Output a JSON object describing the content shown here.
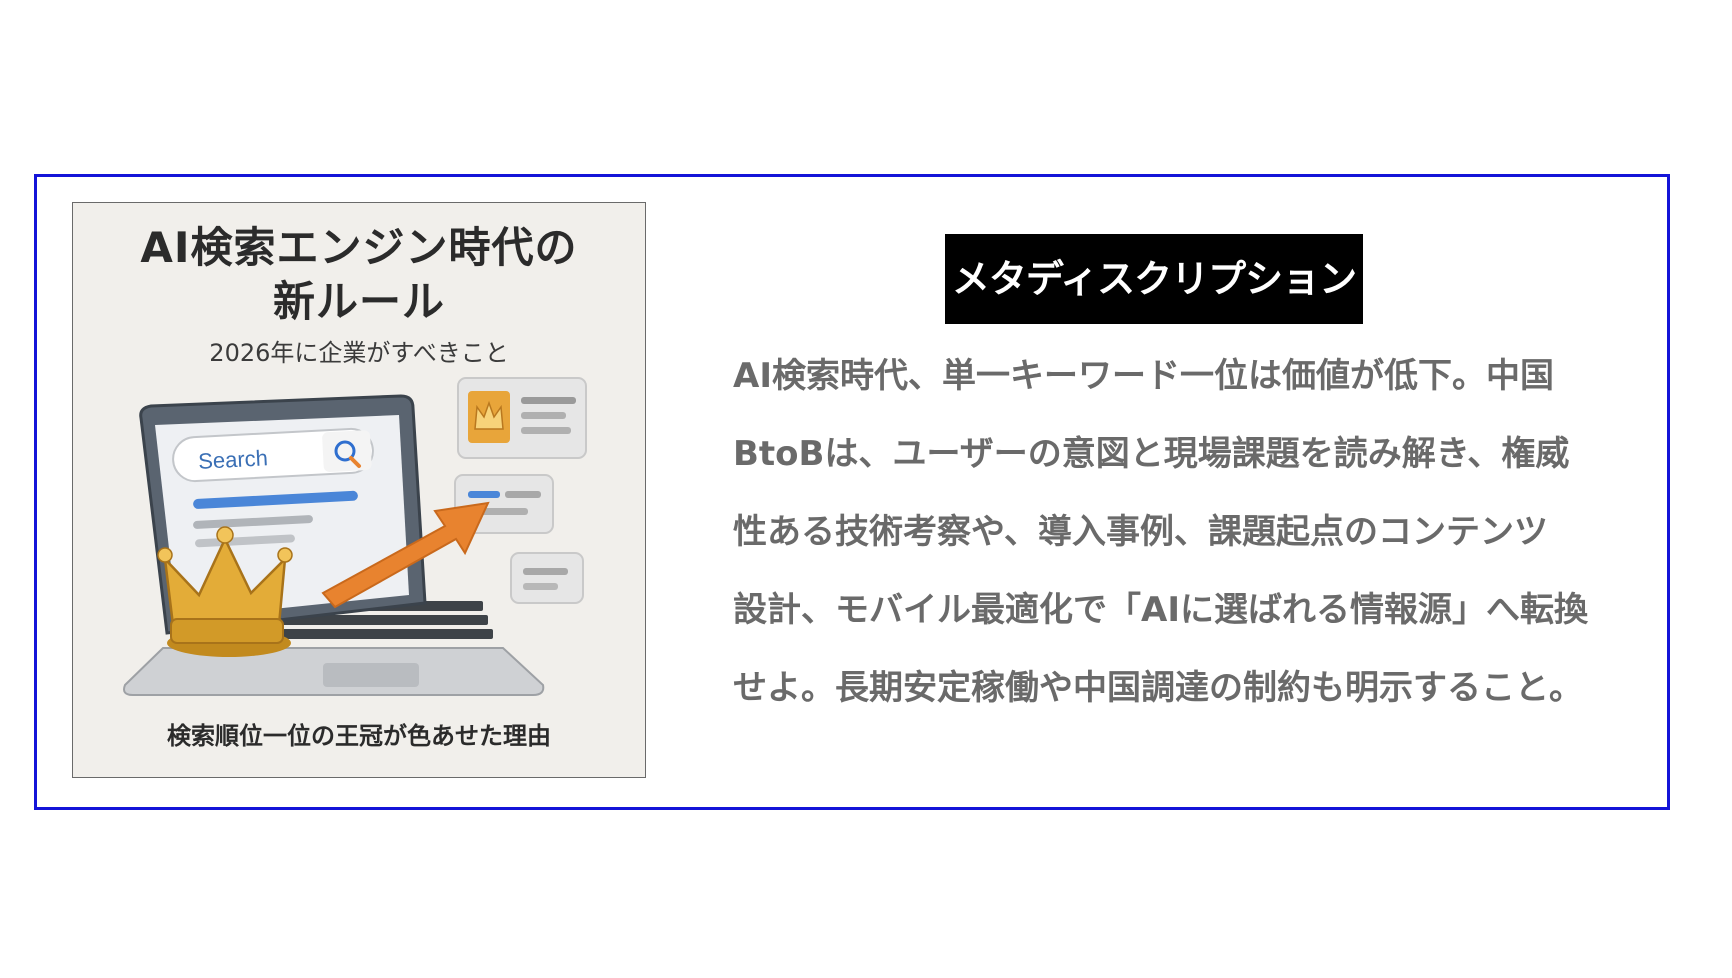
{
  "card": {
    "title_line1": "AI検索エンジン時代の",
    "title_line2": "新ルール",
    "subtitle": "2026年に企業がすべきこと",
    "search_placeholder": "Search",
    "caption": "検索順位一位の王冠が色あせた理由"
  },
  "meta": {
    "label": "メタディスクリプション",
    "lines": [
      "AI検索時代、単一キーワード一位は価値が低下。中国",
      "BtoBは、ユーザーの意図と現場課題を読み解き、権威",
      "性ある技術考察や、導入事例、課題起点のコンテンツ",
      "設計、モバイル最適化で「AIに選ばれる情報源」へ転換",
      "せよ。長期安定稼働や中国調達の制約も明示すること。"
    ]
  },
  "colors": {
    "frame_border": "#1414d8",
    "label_bg": "#000000",
    "desc_text": "#6a6a6a",
    "accent_orange": "#e8832f",
    "crown_gold": "#d9a22b",
    "search_blue": "#4a86d8"
  }
}
